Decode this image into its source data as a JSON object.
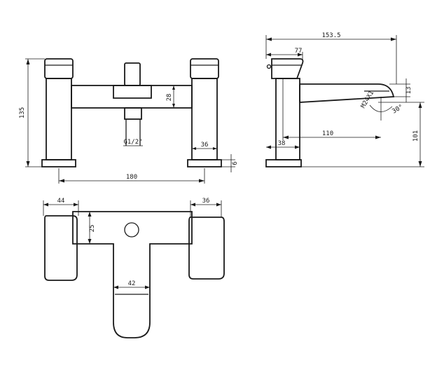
{
  "front_view": {
    "dim_height": "135",
    "dim_spout_offset": "28",
    "dim_thread": "G1/2\"",
    "dim_base_width": "36",
    "dim_base_height": "6",
    "dim_centers": "180"
  },
  "side_view": {
    "dim_overall_depth": "153.5",
    "dim_handle_depth": "77",
    "dim_spout_drop": "13",
    "dim_angle": "30°",
    "dim_aerator": "M24X1",
    "dim_spout_reach": "110",
    "dim_base": "38",
    "dim_height": "101"
  },
  "top_view": {
    "dim_left_width": "44",
    "dim_right_width": "36",
    "dim_bridge": "25",
    "dim_spout_width": "42"
  }
}
